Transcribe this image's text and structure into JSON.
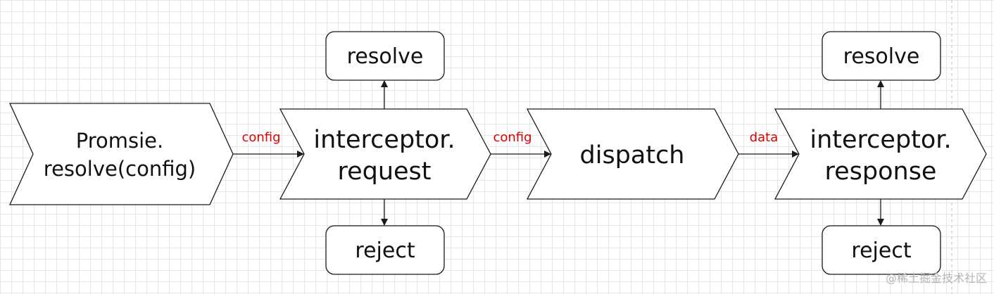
{
  "nodes": {
    "promise": [
      "Promsie.",
      "resolve(config)"
    ],
    "req_interceptor": [
      "interceptor.",
      "request"
    ],
    "dispatch": "dispatch",
    "res_interceptor": [
      "interceptor.",
      "response"
    ],
    "req_resolve": "resolve",
    "req_reject": "reject",
    "res_resolve": "resolve",
    "res_reject": "reject"
  },
  "edges": {
    "promise_to_request": "config",
    "request_to_dispatch": "config",
    "dispatch_to_response": "data"
  },
  "watermark": "@稀土掘金技术社区"
}
